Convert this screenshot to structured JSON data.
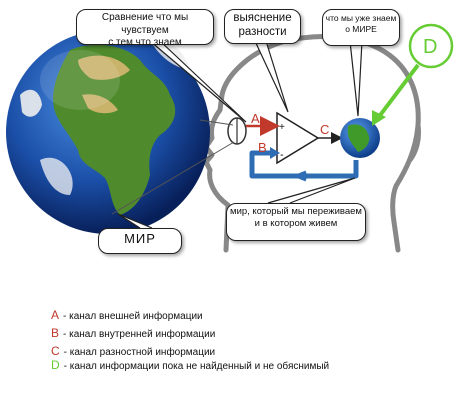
{
  "callouts": {
    "compare": [
      "Сравнение что мы чувствуем",
      "с тем что знаем"
    ],
    "difference": [
      "выяснение",
      "разности"
    ],
    "known": [
      "что мы уже знаем",
      "о МИРЕ"
    ],
    "experienced": [
      "мир, который мы переживаем",
      "и в котором живем"
    ],
    "world": "МИР"
  },
  "channel_labels": {
    "a": "A",
    "b": "B",
    "c": "C",
    "d": "D"
  },
  "comparator_signs": {
    "plus": "+",
    "minus": "-"
  },
  "legend": [
    {
      "key": "A",
      "text": "- канал внешней информации",
      "color": "#c0392b"
    },
    {
      "key": "B",
      "text": "- канал внутренней информации",
      "color": "#c0392b"
    },
    {
      "key": "C",
      "text": "- канал разностной информации",
      "color": "#c0392b"
    },
    {
      "key": "D",
      "text": "- канал информации пока не найденный и не обяснимый",
      "color": "#66cc33"
    }
  ],
  "colors": {
    "channel_red": "#c0392b",
    "channel_blue": "#2e6db4",
    "d_green": "#66cc33"
  }
}
